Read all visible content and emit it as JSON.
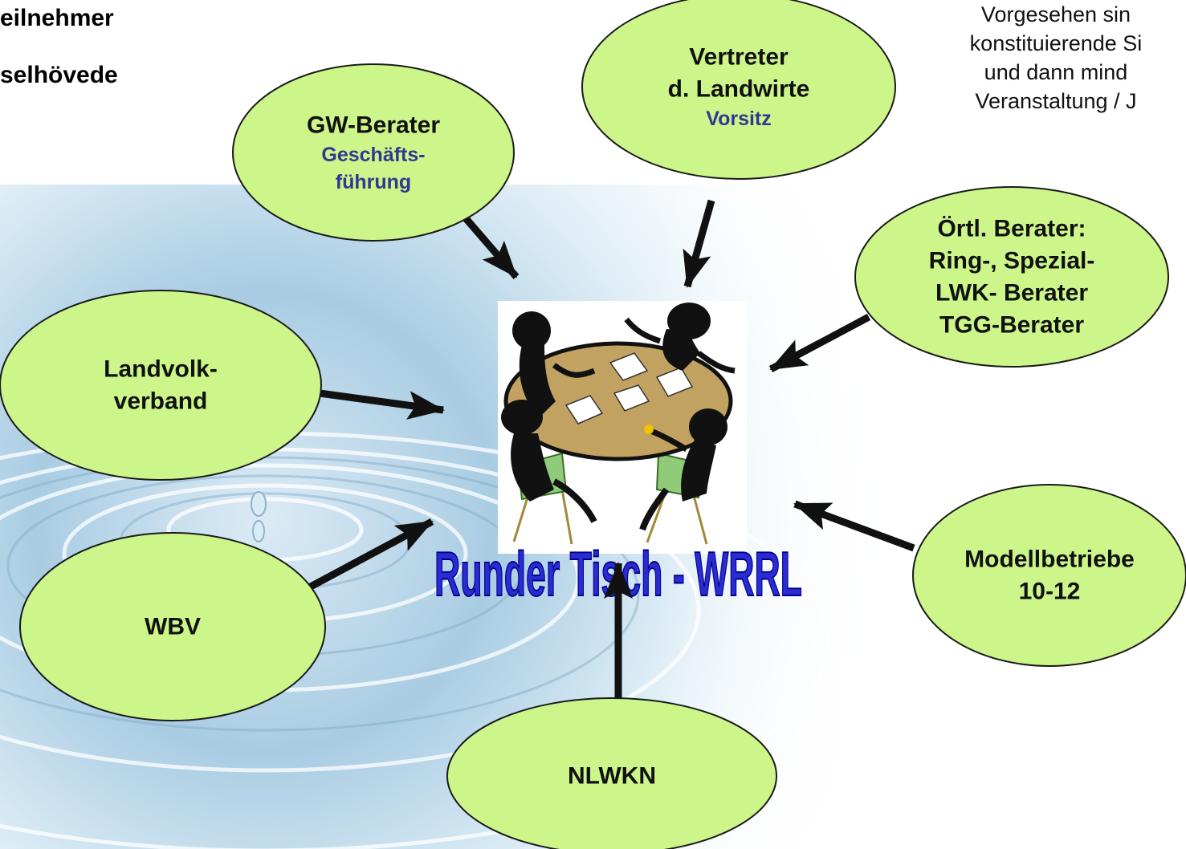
{
  "header": {
    "line1": "eilnehmer",
    "line2": "selhövede"
  },
  "note": {
    "lines": [
      "Vorgesehen sin",
      "konstituierende Si",
      "und dann mind",
      "Veranstaltung / J"
    ]
  },
  "center": {
    "title": "Runder Tisch - WRRL",
    "image": "round-table-meeting-illustration"
  },
  "nodes": [
    {
      "id": "gw-berater",
      "title_lines": [
        "GW-Berater"
      ],
      "sub_lines": [
        "Geschäfts-",
        "führung"
      ]
    },
    {
      "id": "vertreter-landwirte",
      "title_lines": [
        "Vertreter",
        "d. Landwirte"
      ],
      "sub_lines": [
        "Vorsitz"
      ]
    },
    {
      "id": "oertl-berater",
      "title_lines": [
        "Örtl. Berater:",
        "Ring-, Spezial-",
        "LWK- Berater",
        "TGG-Berater"
      ],
      "sub_lines": []
    },
    {
      "id": "landvolkverband",
      "title_lines": [
        "Landvolk-",
        "verband"
      ],
      "sub_lines": []
    },
    {
      "id": "modellbetriebe",
      "title_lines": [
        "Modellbetriebe",
        "10-12"
      ],
      "sub_lines": []
    },
    {
      "id": "wbv",
      "title_lines": [
        "WBV"
      ],
      "sub_lines": []
    },
    {
      "id": "nlwkn",
      "title_lines": [
        "NLWKN"
      ],
      "sub_lines": []
    }
  ],
  "colors": {
    "node_fill": "#ccf58a",
    "node_stroke": "#1a1a1a",
    "node_text": "#111111",
    "sub_text": "#2e3a92",
    "arrow": "#111111",
    "title_fill": "#2a2bd0",
    "table_fill": "#c2a261"
  }
}
